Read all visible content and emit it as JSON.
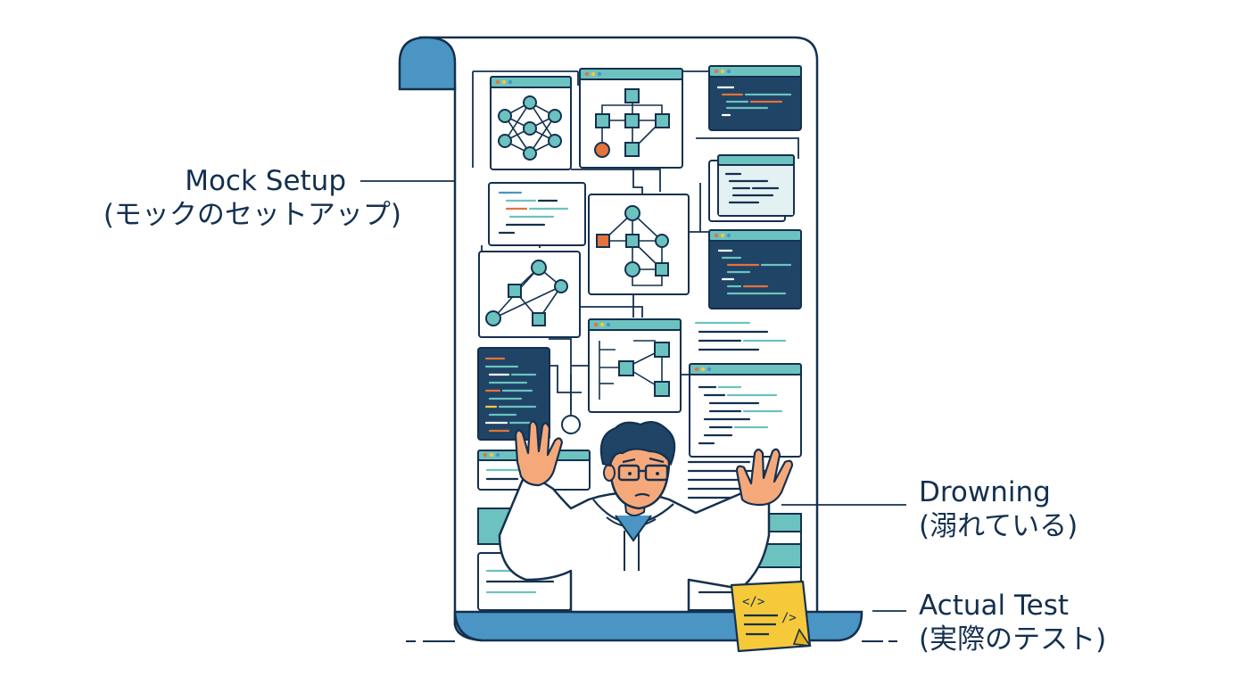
{
  "labels": {
    "mock_setup": {
      "line1": "Mock Setup",
      "line2": "(モックのセットアップ)"
    },
    "drowning": {
      "line1": "Drowning",
      "line2": "(溺れている)"
    },
    "actual_test": {
      "line1": "Actual Test",
      "line2": "(実際のテスト)"
    }
  },
  "sticky_note": {
    "code_tag": "</>",
    "code_tag_end": "/>"
  },
  "colors": {
    "navy": "#14304f",
    "teal": "#5fb8b8",
    "blue": "#4a95c4",
    "orange": "#e2733a",
    "yellow": "#f6c93a",
    "code_panel": "#1f4466"
  }
}
